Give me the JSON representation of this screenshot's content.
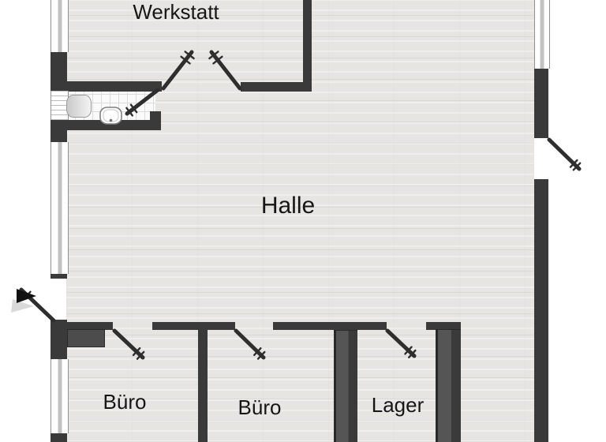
{
  "plan": {
    "rooms": [
      {
        "id": "werkstatt",
        "label": "Werkstatt"
      },
      {
        "id": "halle",
        "label": "Halle"
      },
      {
        "id": "buero_left",
        "label": "Büro"
      },
      {
        "id": "buero_middle",
        "label": "Büro"
      },
      {
        "id": "lager",
        "label": "Lager"
      }
    ],
    "fixtures": [
      {
        "icon": "bathtub-icon"
      },
      {
        "icon": "toilet-icon"
      },
      {
        "icon": "entrance-arrow-icon"
      },
      {
        "icon": "door-swing-icon"
      }
    ],
    "colors": {
      "wall": "#3a3a3a",
      "wall_dark": "#292929",
      "wall_fill": "#555555",
      "floor": "#e6e5e2",
      "floor_line": "#d7d6d3",
      "tile": "#fafafa",
      "tile_line": "#dcdcdc",
      "door": "#2e2e2e",
      "window_frame": "#909090",
      "window_glass": "#c2c2c2",
      "cabinet": "#4c4c4c",
      "text": "#161616",
      "exterior": "#ffffff"
    }
  }
}
